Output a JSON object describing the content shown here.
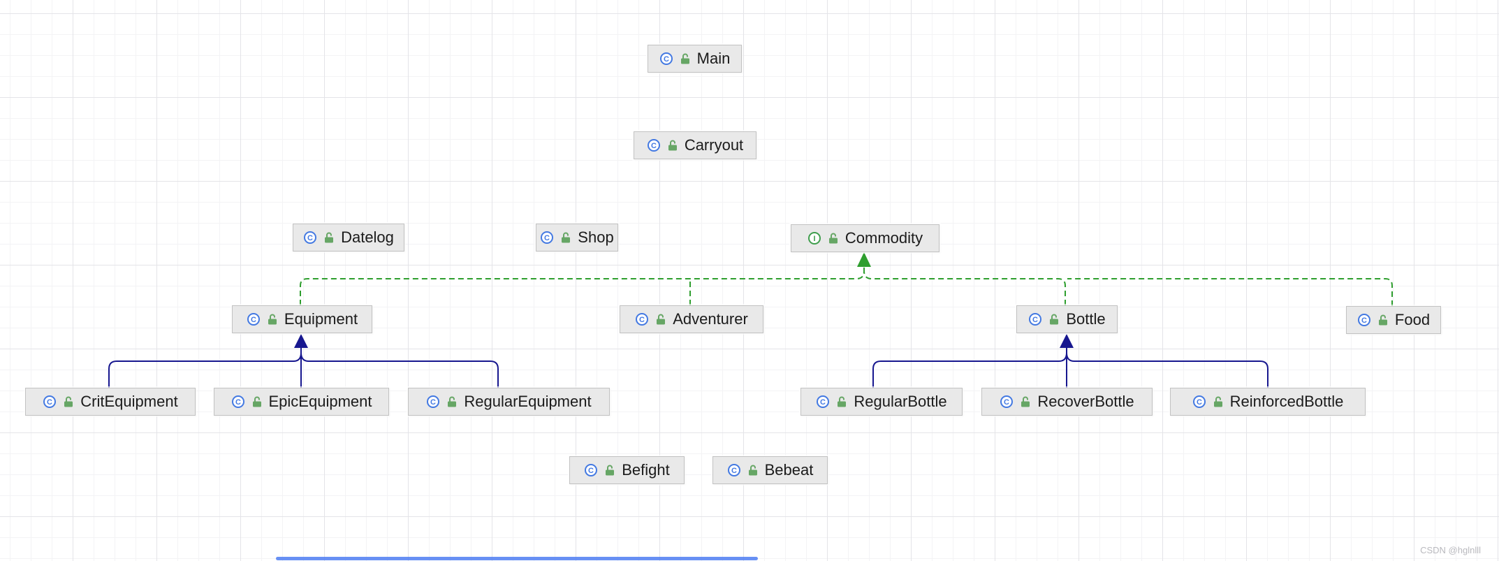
{
  "app": {
    "watermark": "CSDN @hglnlll"
  },
  "colors": {
    "node_bg": "#e9e9e9",
    "node_border": "#c2c2c2",
    "implements_green": "#2e9e2e",
    "extends_navy": "#17178f",
    "class_icon_blue": "#4379e2",
    "interface_icon_green": "#3f9e4d",
    "lock_green": "#66a665",
    "grid_minor": "#f3f3f5",
    "grid_major": "#e4e4e8",
    "watermark_gray": "#b9b9be",
    "scrollbar_blue": "#4d7df2",
    "label_color": "#1b1b1b"
  },
  "diagram": {
    "nodes": {
      "main": {
        "label": "Main",
        "type": "class"
      },
      "carryout": {
        "label": "Carryout",
        "type": "class"
      },
      "datelog": {
        "label": "Datelog",
        "type": "class"
      },
      "shop": {
        "label": "Shop",
        "type": "class"
      },
      "commodity": {
        "label": "Commodity",
        "type": "interface"
      },
      "equipment": {
        "label": "Equipment",
        "type": "class"
      },
      "adventurer": {
        "label": "Adventurer",
        "type": "class"
      },
      "bottle": {
        "label": "Bottle",
        "type": "class"
      },
      "food": {
        "label": "Food",
        "type": "class"
      },
      "critequipment": {
        "label": "CritEquipment",
        "type": "class"
      },
      "epicequipment": {
        "label": "EpicEquipment",
        "type": "class"
      },
      "regularequipment": {
        "label": "RegularEquipment",
        "type": "class"
      },
      "regularbottle": {
        "label": "RegularBottle",
        "type": "class"
      },
      "recoverbottle": {
        "label": "RecoverBottle",
        "type": "class"
      },
      "reinforcedbottle": {
        "label": "ReinforcedBottle",
        "type": "class"
      },
      "befight": {
        "label": "Befight",
        "type": "class"
      },
      "bebeat": {
        "label": "Bebeat",
        "type": "class"
      }
    },
    "edges": {
      "implements": [
        {
          "from": "Equipment",
          "to": "Commodity"
        },
        {
          "from": "Adventurer",
          "to": "Commodity"
        },
        {
          "from": "Bottle",
          "to": "Commodity"
        },
        {
          "from": "Food",
          "to": "Commodity"
        }
      ],
      "extends": [
        {
          "from": "CritEquipment",
          "to": "Equipment"
        },
        {
          "from": "EpicEquipment",
          "to": "Equipment"
        },
        {
          "from": "RegularEquipment",
          "to": "Equipment"
        },
        {
          "from": "RegularBottle",
          "to": "Bottle"
        },
        {
          "from": "RecoverBottle",
          "to": "Bottle"
        },
        {
          "from": "ReinforcedBottle",
          "to": "Bottle"
        }
      ]
    }
  }
}
